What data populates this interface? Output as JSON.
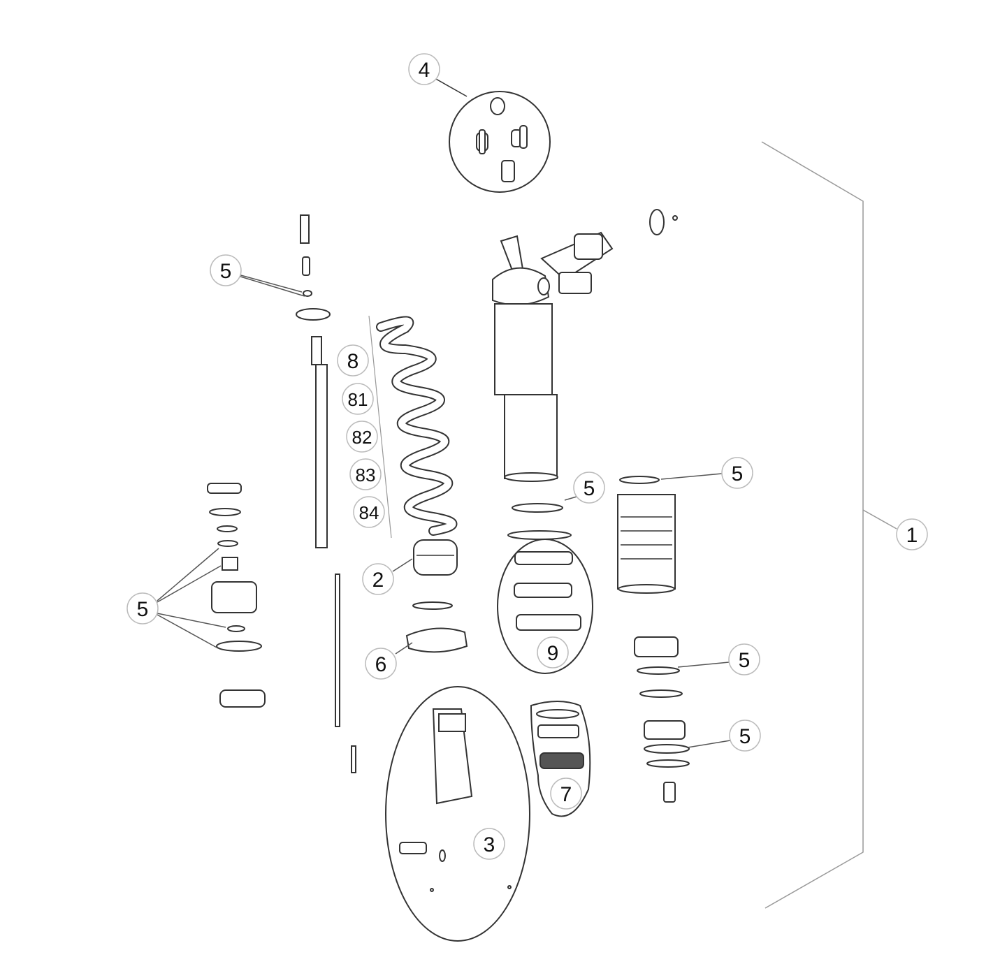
{
  "diagram": {
    "callouts": {
      "assembly": "1",
      "damper_bumper": "2",
      "eyelet_kit": "3",
      "reservoir_cap_kit": "4",
      "seal_top": "5",
      "seal_piston_stack": "5",
      "seal_can_top": "5",
      "seal_cone": "5",
      "seal_can_mid": "5",
      "seal_can_low": "5",
      "spring_retainer": "6",
      "piston_kit": "7",
      "spring": "8",
      "spring_81": "81",
      "spring_82": "82",
      "spring_83": "83",
      "spring_84": "84",
      "shim_kit": "9"
    },
    "colors": {
      "line": "#333333",
      "thin_line": "#888888",
      "fill": "#ffffff",
      "dark": "#2a2a2a"
    }
  }
}
